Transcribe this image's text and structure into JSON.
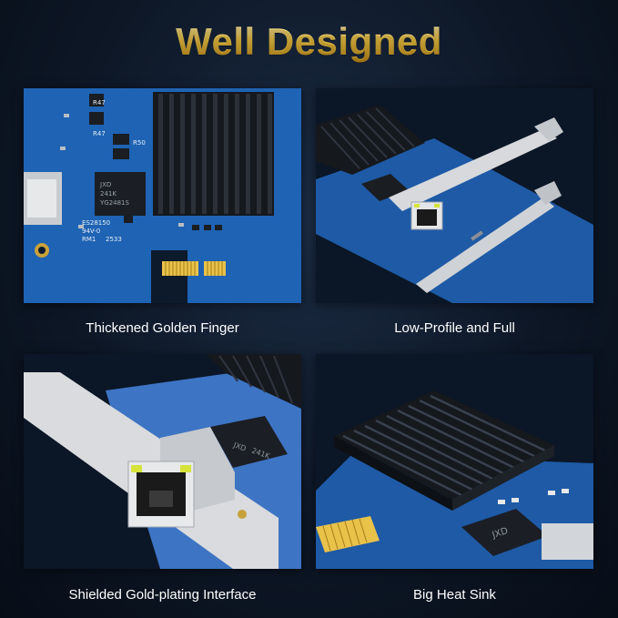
{
  "headline": "Well Designed",
  "colors": {
    "pcb_blue": "#1e63b4",
    "heatsink_black": "#15181d",
    "gold_finger": "#e9c24a",
    "bracket_silver": "#d7d9dc",
    "headline_gold": "#f2c640"
  },
  "panels": [
    {
      "caption": "Thickened Golden Finger",
      "chip_text": [
        "JXD",
        "241K",
        "YG2481S"
      ],
      "pcb_labels": [
        "ES28150",
        "94V-0",
        "RM1",
        "2533",
        "R47",
        "R47",
        "R50"
      ]
    },
    {
      "caption": "Low-Profile and Full"
    },
    {
      "caption": "Shielded Gold-plating Interface",
      "chip_text": [
        "JXD",
        "241K"
      ]
    },
    {
      "caption": "Big Heat Sink",
      "chip_text": [
        "JXD"
      ]
    }
  ]
}
